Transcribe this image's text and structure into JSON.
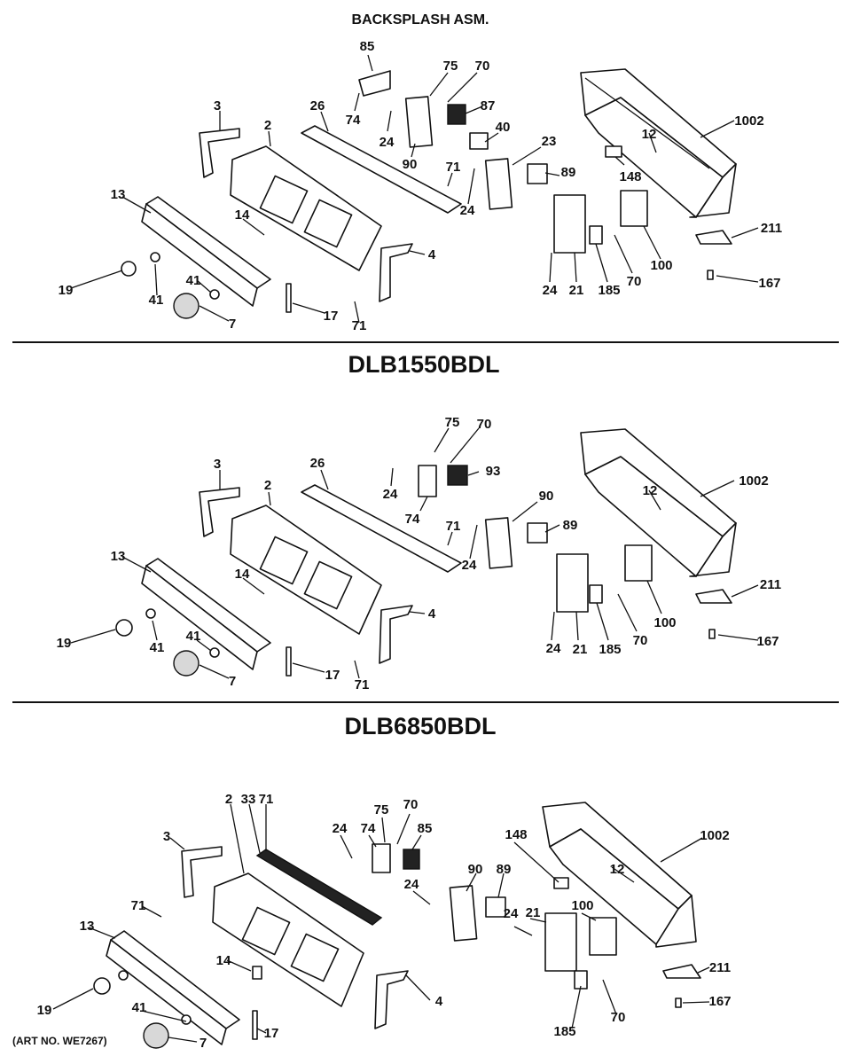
{
  "title": "BACKSPLASH ASM.",
  "sections": [
    {
      "model": "",
      "callouts": [
        "85",
        "75",
        "70",
        "3",
        "2",
        "26",
        "74",
        "87",
        "40",
        "24",
        "90",
        "23",
        "1002",
        "12",
        "148",
        "89",
        "71",
        "24",
        "13",
        "14",
        "4",
        "19",
        "41",
        "41",
        "7",
        "17",
        "71",
        "24",
        "21",
        "185",
        "70",
        "100",
        "211",
        "167"
      ]
    },
    {
      "model": "DLB1550BDL",
      "callouts": [
        "75",
        "70",
        "3",
        "2",
        "26",
        "24",
        "93",
        "74",
        "90",
        "71",
        "89",
        "24",
        "1002",
        "12",
        "13",
        "14",
        "4",
        "19",
        "41",
        "41",
        "7",
        "17",
        "71",
        "24",
        "21",
        "185",
        "70",
        "100",
        "211",
        "167"
      ]
    },
    {
      "model": "DLB6850BDL",
      "callouts": [
        "2",
        "33",
        "71",
        "75",
        "70",
        "24",
        "74",
        "85",
        "3",
        "24",
        "148",
        "1002",
        "90",
        "89",
        "12",
        "71",
        "21",
        "24",
        "100",
        "13",
        "14",
        "4",
        "41",
        "19",
        "7",
        "17",
        "185",
        "70",
        "211",
        "167"
      ]
    }
  ],
  "art_number": "(ART NO. WE7267)"
}
